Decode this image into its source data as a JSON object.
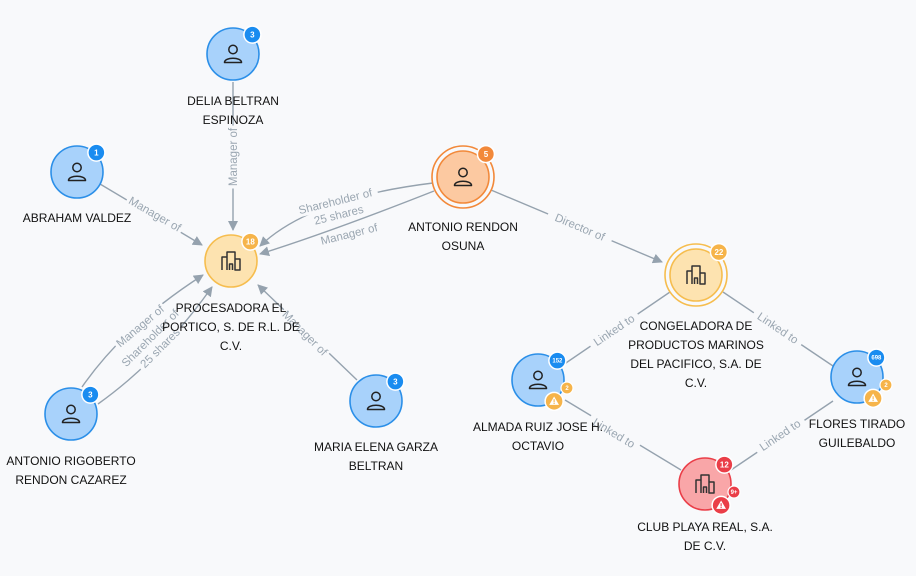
{
  "graph": {
    "colors": {
      "person_fill": "#a8d2fb",
      "person_stroke": "#2b8fe8",
      "company_fill": "#fde3b0",
      "company_stroke": "#f6bd4e",
      "selected_fill": "#fcc9a1",
      "selected_stroke": "#f2893a",
      "flagged_fill": "#f9a6a8",
      "flagged_stroke": "#ea3e48",
      "badge_blue": "#1a8cf0",
      "badge_orange": "#f6b44a",
      "badge_deep_orange": "#f2893a",
      "badge_red": "#ea3e48",
      "edge": "#95a2ae",
      "edge_label": "#9aa6b1",
      "background": "#f8f9fb"
    },
    "nodes": [
      {
        "id": "delia",
        "type": "person",
        "label": [
          "DELIA BELTRAN",
          "ESPINOZA"
        ],
        "icon": "person-icon",
        "count_badge": "3"
      },
      {
        "id": "abraham",
        "type": "person",
        "label": [
          "ABRAHAM VALDEZ"
        ],
        "icon": "person-icon",
        "count_badge": "1"
      },
      {
        "id": "procesadora",
        "type": "company",
        "label": [
          "PROCESADORA EL",
          "PORTICO, S. DE R.L. DE",
          "C.V."
        ],
        "icon": "building-icon",
        "count_badge": "18"
      },
      {
        "id": "antonio_rendon",
        "type": "person",
        "state": "selected",
        "label": [
          "ANTONIO RENDON",
          "OSUNA"
        ],
        "icon": "person-icon",
        "count_badge": "5"
      },
      {
        "id": "antonio_rigoberto",
        "type": "person",
        "label": [
          "ANTONIO RIGOBERTO",
          "RENDON CAZAREZ"
        ],
        "icon": "person-icon",
        "count_badge": "3"
      },
      {
        "id": "maria",
        "type": "person",
        "label": [
          "MARIA ELENA GARZA",
          "BELTRAN"
        ],
        "icon": "person-icon",
        "count_badge": "3"
      },
      {
        "id": "congeladora",
        "type": "company",
        "state": "highlighted",
        "label": [
          "CONGELADORA DE",
          "PRODUCTOS MARINOS",
          "DEL PACIFICO, S.A. DE",
          "C.V."
        ],
        "icon": "building-icon",
        "count_badge": "22"
      },
      {
        "id": "almada",
        "type": "person",
        "label": [
          "ALMADA RUIZ JOSE H.",
          "OCTAVIO"
        ],
        "icon": "person-icon",
        "count_badge": "152",
        "alert_count": "2",
        "alert_icon": "warning-icon"
      },
      {
        "id": "flores",
        "type": "person",
        "label": [
          "FLORES TIRADO",
          "GUILEBALDO"
        ],
        "icon": "person-icon",
        "count_badge": "698",
        "alert_count": "2",
        "alert_icon": "warning-icon"
      },
      {
        "id": "club",
        "type": "company",
        "state": "flagged",
        "label": [
          "CLUB PLAYA REAL, S.A.",
          "DE C.V."
        ],
        "icon": "building-icon",
        "count_badge": "12",
        "alert_count": "9+",
        "alert_icon": "warning-icon"
      }
    ],
    "edges": [
      {
        "from": "delia",
        "to": "procesadora",
        "label": [
          "Manager of"
        ],
        "directed": true
      },
      {
        "from": "abraham",
        "to": "procesadora",
        "label": [
          "Manager of"
        ],
        "directed": true
      },
      {
        "from": "antonio_rendon",
        "to": "procesadora",
        "label": [
          "Shareholder of",
          "25 shares"
        ],
        "directed": true
      },
      {
        "from": "antonio_rendon",
        "to": "procesadora",
        "label": [
          "Manager of"
        ],
        "directed": true
      },
      {
        "from": "antonio_rigoberto",
        "to": "procesadora",
        "label": [
          "Manager of"
        ],
        "directed": true
      },
      {
        "from": "antonio_rigoberto",
        "to": "procesadora",
        "label": [
          "Shareholder of",
          "25 shares"
        ],
        "directed": true
      },
      {
        "from": "maria",
        "to": "procesadora",
        "label": [
          "Manager of"
        ],
        "directed": true
      },
      {
        "from": "antonio_rendon",
        "to": "congeladora",
        "label": [
          "Director of"
        ],
        "directed": true
      },
      {
        "from": "almada",
        "to": "congeladora",
        "label": [
          "Linked to"
        ],
        "directed": false
      },
      {
        "from": "congeladora",
        "to": "flores",
        "label": [
          "Linked to"
        ],
        "directed": false
      },
      {
        "from": "almada",
        "to": "club",
        "label": [
          "Linked to"
        ],
        "directed": false
      },
      {
        "from": "club",
        "to": "flores",
        "label": [
          "Linked to"
        ],
        "directed": false
      }
    ]
  }
}
